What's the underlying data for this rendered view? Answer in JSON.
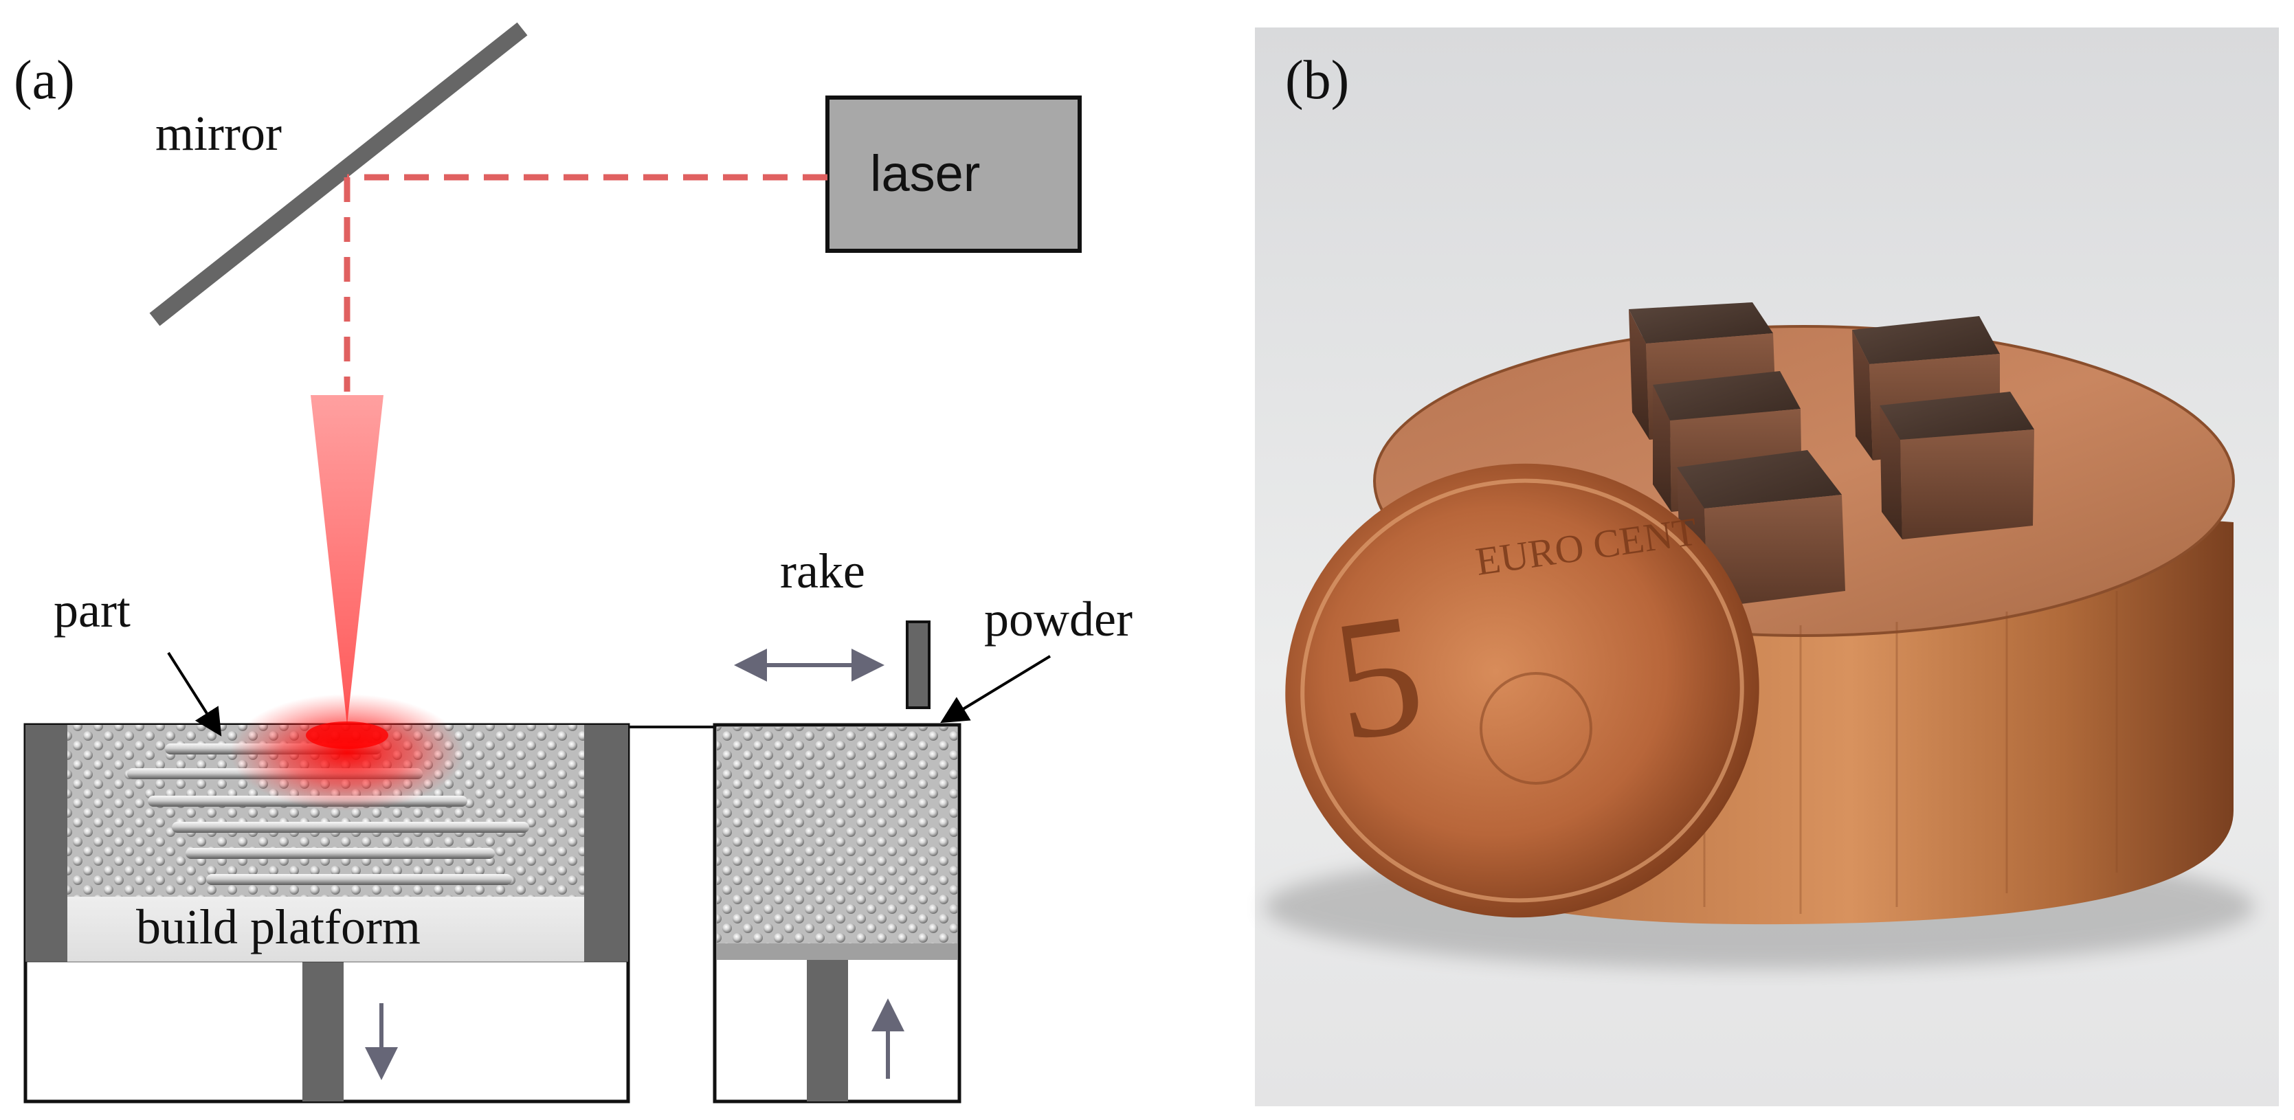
{
  "panel_a": {
    "tag": "(a)",
    "labels": {
      "mirror": "mirror",
      "laser": "laser",
      "part": "part",
      "rake": "rake",
      "powder": "powder",
      "build_platform": "build platform"
    }
  },
  "panel_b": {
    "tag": "(b)",
    "coin": {
      "denomination": "5",
      "text": "EURO CENT"
    }
  },
  "colors": {
    "beam": "#e06060",
    "hot_spot": "#ff0000",
    "wall": "#666666",
    "laser_box": "#a8a8a8",
    "copper": "#b86a3c",
    "coin": "#c06838",
    "cube": "#4a3228",
    "photo_bg": "#e6e7e9"
  }
}
